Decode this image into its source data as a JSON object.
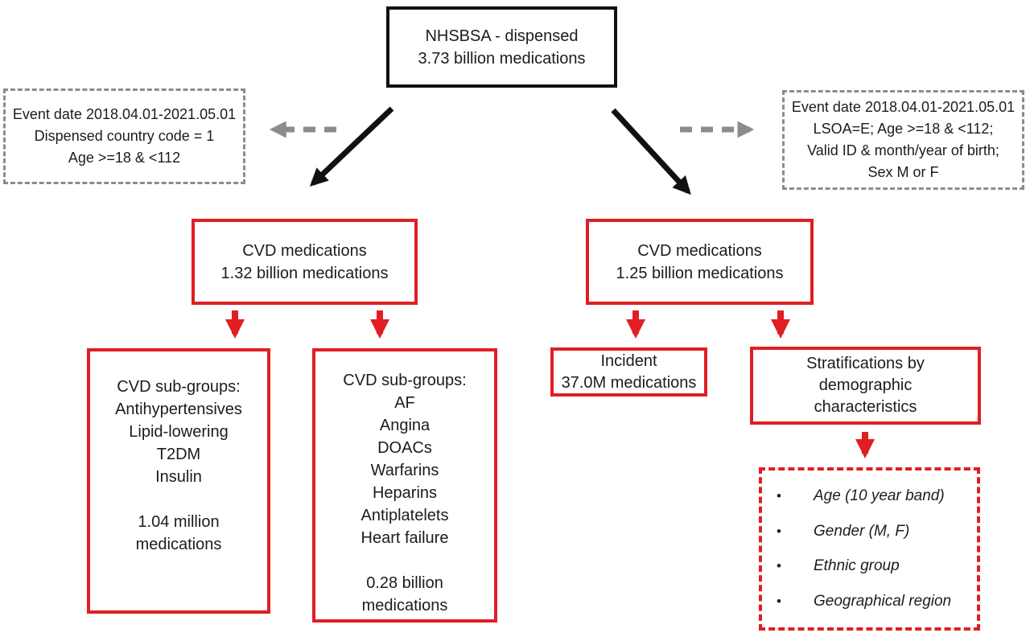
{
  "colors": {
    "box_red": "#e01e24",
    "arrow_black": "#111111",
    "dash_gray": "#8c8c8c",
    "text": "#1c1c1c"
  },
  "nodes": {
    "source": {
      "lines": [
        "NHSBSA - dispensed",
        "3.73 billion medications"
      ]
    },
    "criteria_left": {
      "lines": [
        "Event date 2018.04.01-2021.05.01",
        "Dispensed country code = 1",
        "Age >=18 & <112"
      ]
    },
    "criteria_right": {
      "lines": [
        "Event date 2018.04.01-2021.05.01",
        "LSOA=E; Age >=18 & <112;",
        "Valid ID & month/year of birth;",
        "Sex M or F"
      ]
    },
    "cvd_left": {
      "lines": [
        "CVD medications",
        "1.32 billion medications"
      ]
    },
    "cvd_right": {
      "lines": [
        "CVD medications",
        "1.25 billion medications"
      ]
    },
    "subgroups_a": {
      "lines": [
        "CVD sub-groups:",
        "Antihypertensives",
        "Lipid-lowering",
        "T2DM",
        "Insulin",
        "",
        "1.04 million",
        "medications"
      ]
    },
    "subgroups_b": {
      "lines": [
        "CVD sub-groups:",
        "AF",
        "Angina",
        "DOACs",
        "Warfarins",
        "Heparins",
        "Antiplatelets",
        "Heart failure",
        "",
        "0.28 billion",
        "medications"
      ]
    },
    "incident": {
      "lines": [
        "Incident",
        "37.0M medications"
      ]
    },
    "stratifications": {
      "lines": [
        "Stratifications by",
        "demographic",
        "characteristics"
      ]
    }
  },
  "strat_list": {
    "bullet_char": "•",
    "items": [
      "Age (10 year band)",
      "Gender (M, F)",
      "Ethnic group",
      "Geographical region"
    ]
  }
}
